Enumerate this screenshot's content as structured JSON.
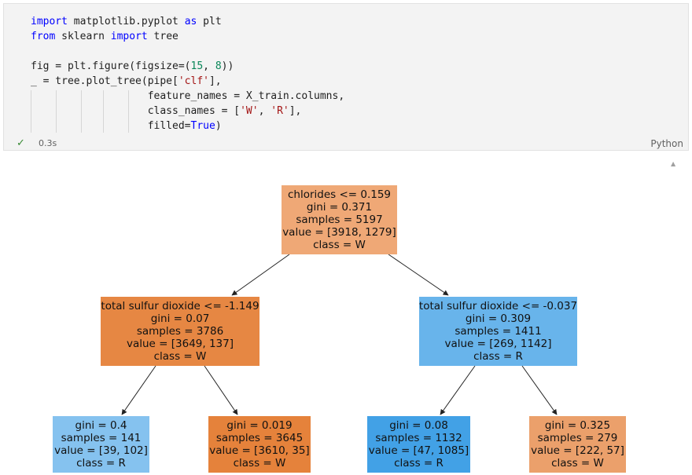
{
  "cell": {
    "code_lines": [
      [
        {
          "t": "import",
          "c": "kw"
        },
        {
          "t": " matplotlib.pyplot ",
          "c": ""
        },
        {
          "t": "as",
          "c": "kw"
        },
        {
          "t": " plt",
          "c": ""
        }
      ],
      [
        {
          "t": "from",
          "c": "kw"
        },
        {
          "t": " sklearn ",
          "c": ""
        },
        {
          "t": "import",
          "c": "kw"
        },
        {
          "t": " tree",
          "c": ""
        }
      ],
      [],
      [
        {
          "t": "fig = plt.figure(figsize=(",
          "c": ""
        },
        {
          "t": "15",
          "c": "num"
        },
        {
          "t": ", ",
          "c": ""
        },
        {
          "t": "8",
          "c": "num"
        },
        {
          "t": "))",
          "c": ""
        }
      ],
      [
        {
          "t": "_ = tree.plot_tree(pipe[",
          "c": ""
        },
        {
          "t": "'clf'",
          "c": "str"
        },
        {
          "t": "],",
          "c": ""
        }
      ],
      [
        {
          "t": "                   feature_names = X_train.columns,",
          "c": ""
        }
      ],
      [
        {
          "t": "                   class_names = [",
          "c": ""
        },
        {
          "t": "'W'",
          "c": "str"
        },
        {
          "t": ", ",
          "c": ""
        },
        {
          "t": "'R'",
          "c": "str"
        },
        {
          "t": "],",
          "c": ""
        }
      ],
      [
        {
          "t": "                   filled=",
          "c": ""
        },
        {
          "t": "True",
          "c": "kw2"
        },
        {
          "t": ")",
          "c": ""
        }
      ]
    ],
    "exec_time": "0.3s",
    "language": "Python",
    "status_icon": "check-icon"
  },
  "tree": {
    "nodes": [
      {
        "id": "root",
        "lines": [
          "chlorides <= 0.159",
          "gini = 0.371",
          "samples = 5197",
          "value = [3918, 1279]",
          "class = W"
        ],
        "color": "#efa876"
      },
      {
        "id": "left",
        "lines": [
          "total sulfur dioxide <= -1.149",
          "gini = 0.07",
          "samples = 3786",
          "value = [3649, 137]",
          "class = W"
        ],
        "color": "#e68743"
      },
      {
        "id": "right",
        "lines": [
          "total sulfur dioxide <= -0.037",
          "gini = 0.309",
          "samples = 1411",
          "value = [269, 1142]",
          "class = R"
        ],
        "color": "#68b4eb"
      },
      {
        "id": "ll",
        "lines": [
          "gini = 0.4",
          "samples = 141",
          "value = [39, 102]",
          "class = R"
        ],
        "color": "#85c2ef"
      },
      {
        "id": "lr",
        "lines": [
          "gini = 0.019",
          "samples = 3645",
          "value = [3610, 35]",
          "class = W"
        ],
        "color": "#e5823b"
      },
      {
        "id": "rl",
        "lines": [
          "gini = 0.08",
          "samples = 1132",
          "value = [47, 1085]",
          "class = R"
        ],
        "color": "#42a1e6"
      },
      {
        "id": "rr",
        "lines": [
          "gini = 0.325",
          "samples = 279",
          "value = [222, 57]",
          "class = W"
        ],
        "color": "#eba06b"
      }
    ]
  }
}
